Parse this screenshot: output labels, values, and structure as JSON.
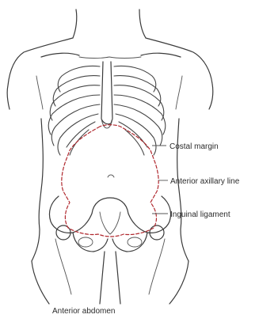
{
  "labels": {
    "costal_margin": "Costal margin",
    "anterior_axillary_line": "Anterior axillary line",
    "inguinal_ligament": "Inguinal ligament"
  },
  "caption": "Anterior abdomen",
  "colors": {
    "outline_dashes": "#b0282e",
    "ink": "#3a3a3a"
  }
}
